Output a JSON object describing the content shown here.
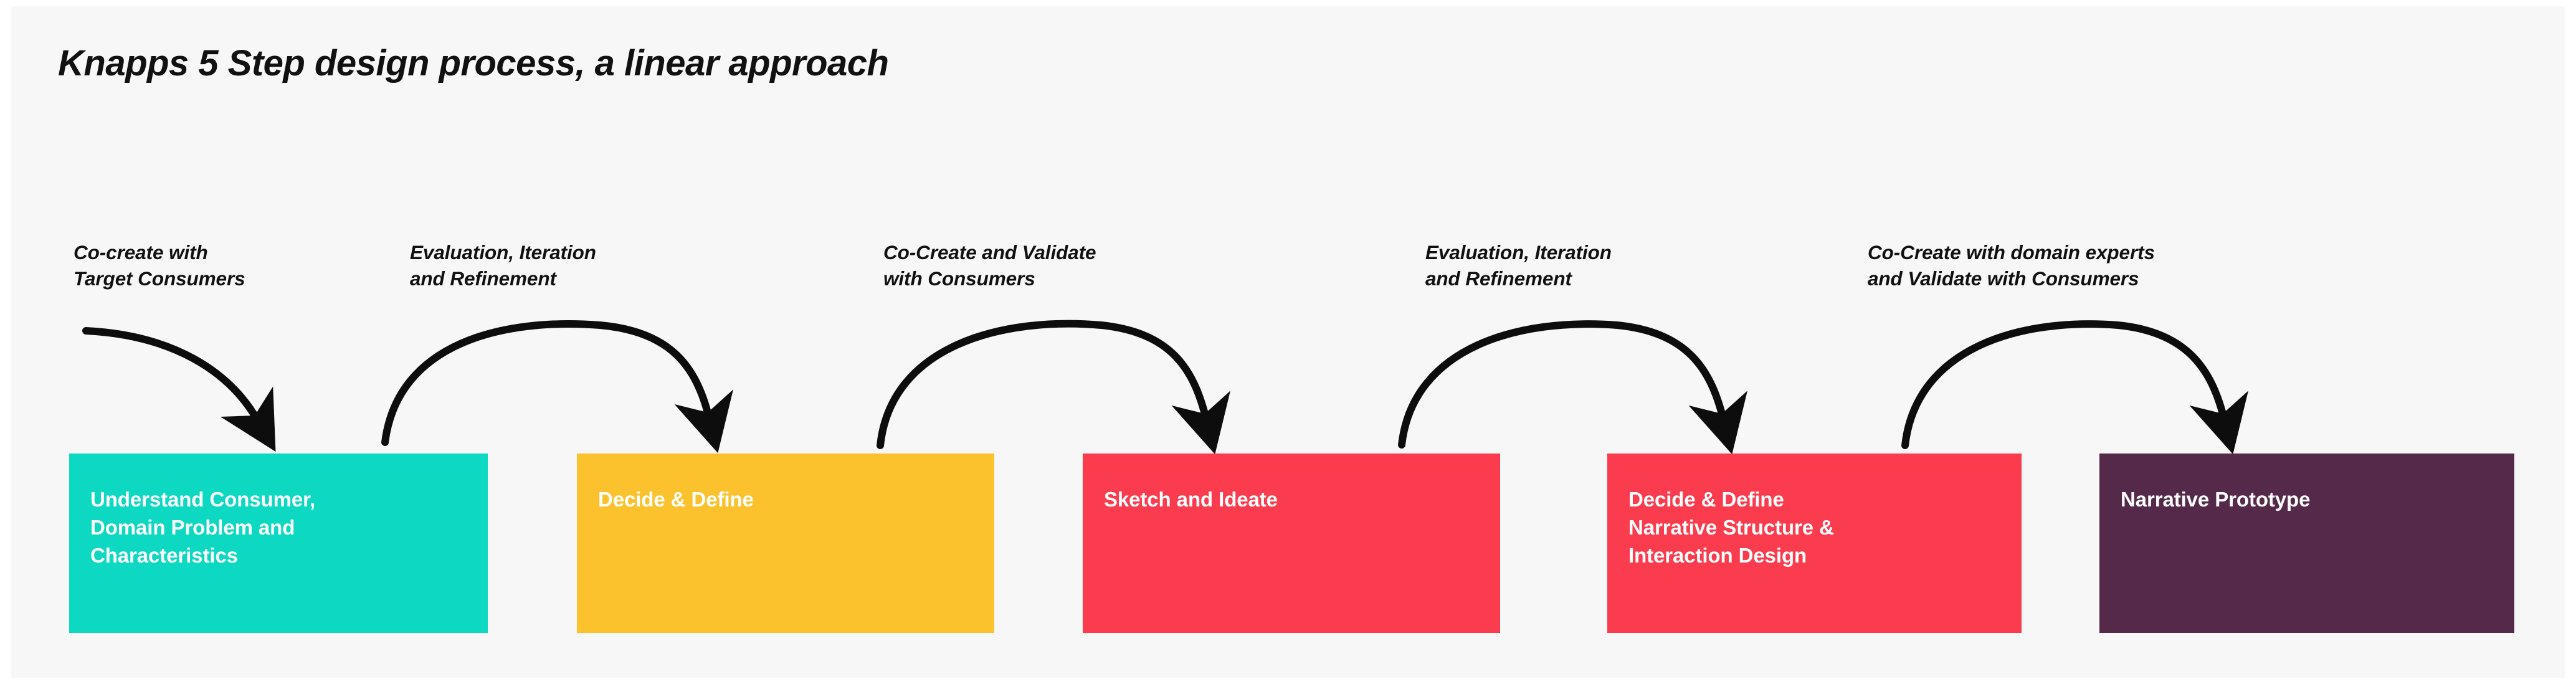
{
  "page": {
    "title": "Knapps 5 Step design process, a linear approach",
    "background_color": "#f7f7f7",
    "page_border_color": "#ffffff",
    "text_color": "#111111"
  },
  "annotations": [
    {
      "text": "Co-create with\nTarget Consumers"
    },
    {
      "text": "Evaluation, Iteration\nand Refinement"
    },
    {
      "text": "Co-Create and Validate\nwith Consumers"
    },
    {
      "text": "Evaluation, Iteration\nand Refinement"
    },
    {
      "text": "Co-Create with domain experts\nand Validate with Consumers"
    }
  ],
  "steps": [
    {
      "label": "Understand Consumer,\nDomain Problem and\nCharacteristics",
      "color": "#0dd8c1",
      "text_color": "#ffffff"
    },
    {
      "label": "Decide & Define",
      "color": "#fcc22e",
      "text_color": "#ffffff"
    },
    {
      "label": "Sketch and Ideate",
      "color": "#fb3b4e",
      "text_color": "#ffffff"
    },
    {
      "label": "Decide & Define\nNarrative Structure &\nInteraction Design",
      "color": "#fb3b4e",
      "text_color": "#ffffff"
    },
    {
      "label": "Narrative Prototype",
      "color": "#55294a",
      "text_color": "#ffffff"
    }
  ],
  "arrows": {
    "color": "#0d0d0d",
    "count": 5,
    "description": "curved arrows pointing from each caption down into the step box below"
  }
}
